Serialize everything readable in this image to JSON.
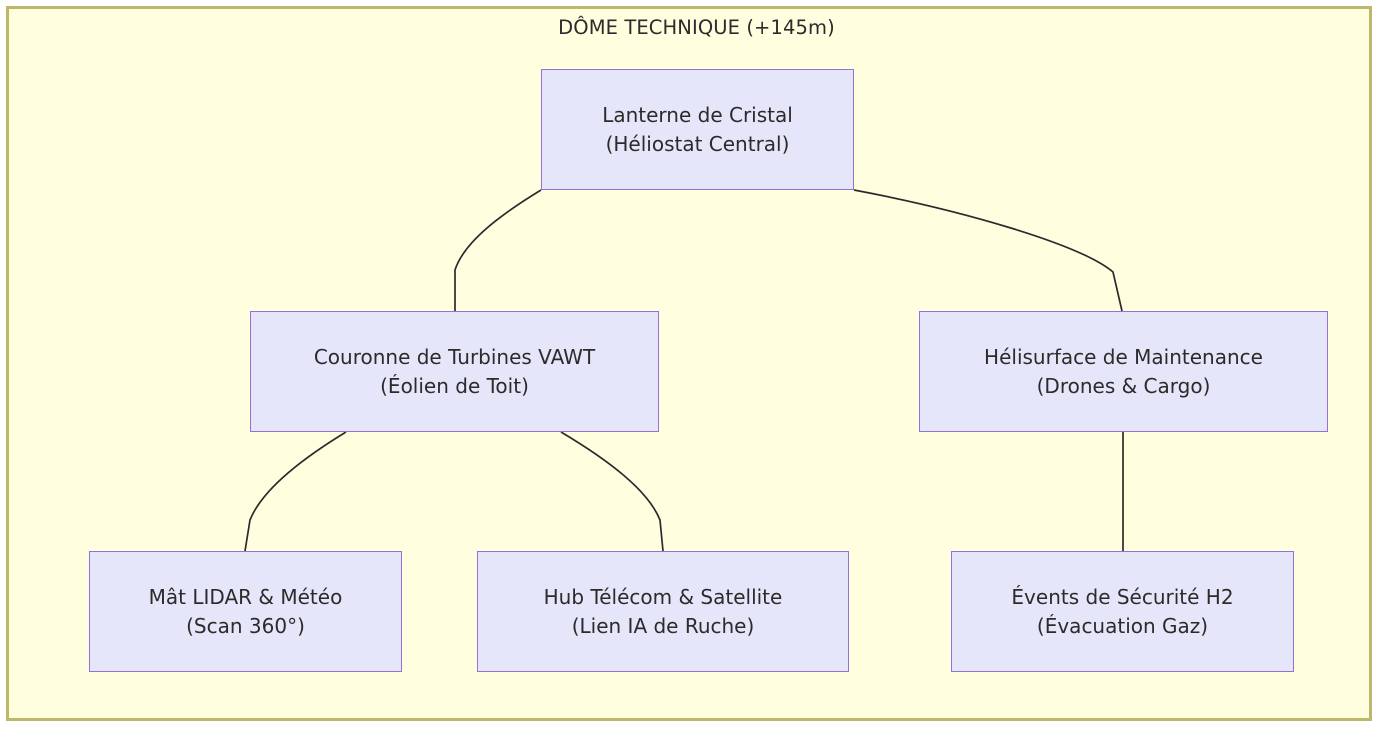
{
  "diagram": {
    "type": "tree",
    "cluster": {
      "title": "DÔME TECHNIQUE (+145m)",
      "fill_color": "#ffffe0",
      "border_color": "#bdb76b"
    },
    "node_fill_color": "#e6e6fa",
    "node_border_color": "#9370db",
    "edge_color": "#2b2b2b",
    "nodes": [
      {
        "id": "lanterne",
        "line1": "Lanterne de Cristal",
        "line2": "(Héliostat Central)"
      },
      {
        "id": "vawt",
        "line1": "Couronne de Turbines VAWT",
        "line2": "(Éolien de Toit)"
      },
      {
        "id": "helisurface",
        "line1": "Hélisurface de Maintenance",
        "line2": "(Drones & Cargo)"
      },
      {
        "id": "lidar",
        "line1": "Mât LIDAR & Météo",
        "line2": "(Scan 360°)"
      },
      {
        "id": "hub",
        "line1": "Hub Télécom & Satellite",
        "line2": "(Lien IA de Ruche)"
      },
      {
        "id": "events",
        "line1": "Évents de Sécurité H2",
        "line2": "(Évacuation Gaz)"
      }
    ],
    "edges": [
      {
        "from": "lanterne",
        "to": "vawt"
      },
      {
        "from": "lanterne",
        "to": "helisurface"
      },
      {
        "from": "vawt",
        "to": "lidar"
      },
      {
        "from": "vawt",
        "to": "hub"
      },
      {
        "from": "helisurface",
        "to": "events"
      }
    ]
  }
}
